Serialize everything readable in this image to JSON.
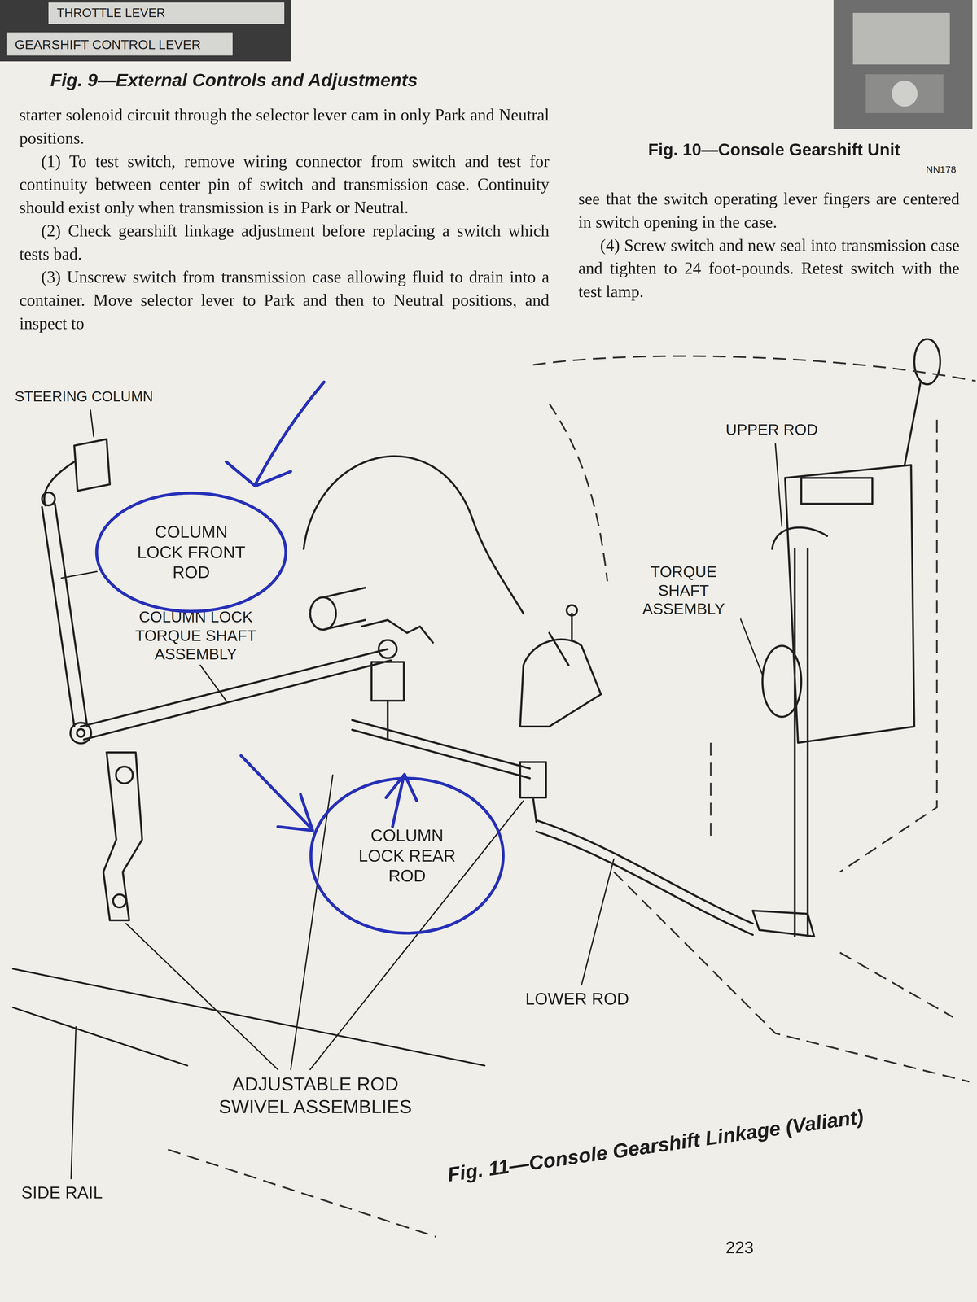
{
  "diagram": {
    "caption": "Fig. 11—Console Gearshift Linkage (Valiant)",
    "nodes": [
      {
        "text": [
          "COLUMN LOCK FRONT ROD"
        ]
      },
      {
        "text": [
          "COLUMN LOCK REAR ROD"
        ]
      }
    ],
    "labels": [
      "THROTTLE LEVER",
      "GEARSHIFT CONTROL LEVER",
      "Fig. 9—External Controls and Adjustments",
      "starter solenoid circuit through the selector lever cam in only Park and Neutral positions.",
      "(1) To test switch, remove wiring connector from switch and test for continuity between center pin of switch and transmission case. Continuity should exist only when transmission is in Park or Neutral.",
      "(2) Check gearshift linkage adjustment before replacing a switch which tests bad.",
      "(3) Unscrew switch from transmission case allowing fluid to drain into a container. Move selector lever to Park and then to Neutral positions, and inspect to",
      "Fig. 10—Console Gearshift Unit",
      "NN178",
      "see that the switch operating lever fingers are centered in switch opening in the case.",
      "(4) Screw switch and new seal into transmission case and tighten to 24 foot-pounds. Retest switch with the test lamp.",
      "STEERING COLUMN",
      "COLUMN LOCK TORQUE SHAFT ASSEMBLY",
      "UPPER ROD",
      "TORQUE SHAFT ASSEMBLY",
      "LOWER ROD",
      "ADJUSTABLE ROD SWIVEL ASSEMBLIES",
      "SIDE RAIL",
      "223"
    ]
  }
}
